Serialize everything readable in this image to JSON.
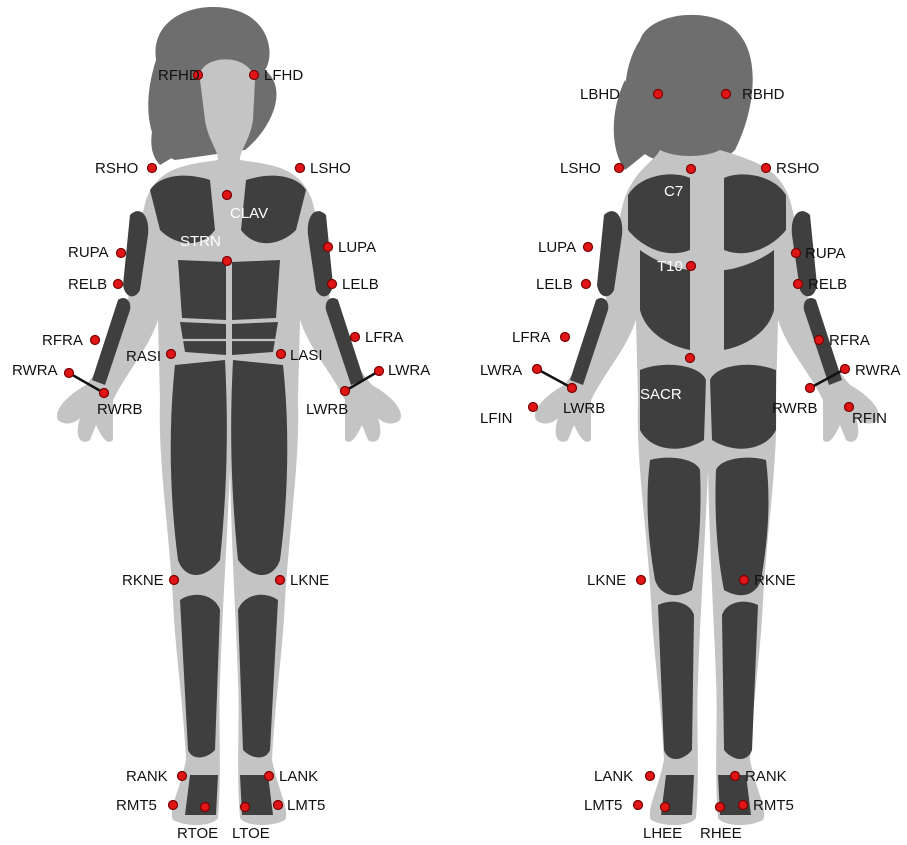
{
  "figures": [
    {
      "name": "front",
      "markers": [
        "RFHD",
        "LFHD",
        "RSHO",
        "LSHO",
        "CLAV",
        "STRN",
        "RUPA",
        "LUPA",
        "RELB",
        "LELB",
        "RFRA",
        "LFRA",
        "RASI",
        "LASI",
        "RWRA",
        "LWRA",
        "RWRB",
        "LWRB",
        "RKNE",
        "LKNE",
        "RANK",
        "LANK",
        "RMT5",
        "LMT5",
        "RTOE",
        "LTOE"
      ]
    },
    {
      "name": "back",
      "markers": [
        "LBHD",
        "RBHD",
        "LSHO",
        "RSHO",
        "C7",
        "LUPA",
        "RUPA",
        "T10",
        "LELB",
        "RELB",
        "LFRA",
        "RFRA",
        "LWRA",
        "RWRA",
        "SACR",
        "LWRB",
        "RWRB",
        "LFIN",
        "RFIN",
        "LKNE",
        "RKNE",
        "LANK",
        "RANK",
        "LMT5",
        "RMT5",
        "LHEE",
        "RHEE"
      ]
    }
  ],
  "colors": {
    "marker": "#e01515",
    "skin": "#c4c4c4",
    "muscle": "#3f3f3f",
    "hair": "#6e6e6e"
  }
}
